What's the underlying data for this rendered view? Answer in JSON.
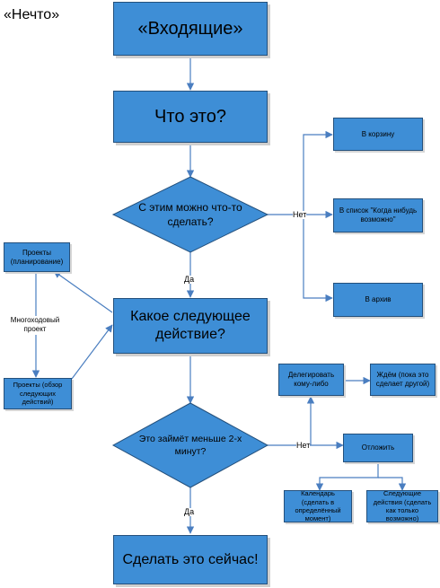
{
  "title": "«Нечто»",
  "nodes": {
    "inbox": "«Входящие»",
    "what_is_it": "Что это?",
    "actionable": "С этим можно что-то сделать?",
    "next_action": "Какое следующее действие?",
    "less_2min": "Это займёт меньше 2-х минут?",
    "do_it_now": "Сделать это сейчас!",
    "trash": "В корзину",
    "someday": "В список \"Когда нибудь возможно\"",
    "archive": "В архив",
    "projects_plan": "Проекты (планирование)",
    "projects_review": "Проекты (обзор следующих действий)",
    "delegate": "Делегировать кому-либо",
    "waiting": "Ждём (пока это сделает другой)",
    "defer": "Отложить",
    "calendar": "Календарь (сделать в определённый момент)",
    "next_actions": "Следующие действия (сделать как только возможно)"
  },
  "labels": {
    "no_1": "Нет",
    "yes_1": "Да",
    "no_2": "Нет",
    "yes_2": "Да",
    "multistep": "Многоходовый проект"
  },
  "colors": {
    "box_fill": "#3E8ED6",
    "box_border": "#24507C",
    "arrow": "#4A7EC0"
  }
}
